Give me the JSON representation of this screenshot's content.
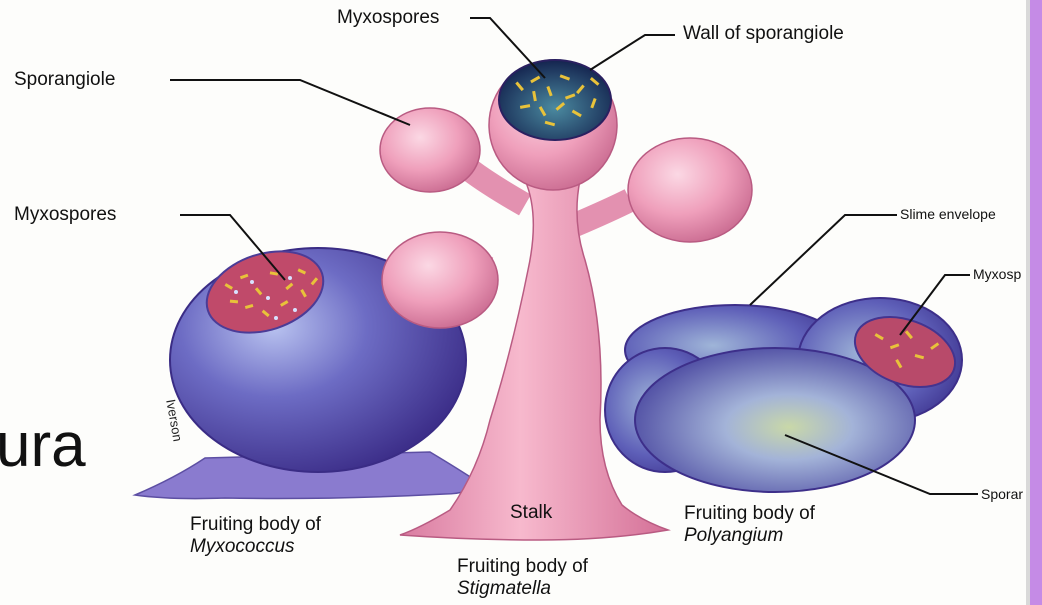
{
  "labels": {
    "myxospores_top": "Myxospores",
    "wall_of_sporangiole": "Wall of sporangiole",
    "sporangiole": "Sporangiole",
    "myxospores_left": "Myxospores",
    "slime_envelope": "Slime envelope",
    "myxosp_right": "Myxosp",
    "sporan_right": "Sporar",
    "stalk": "Stalk",
    "artist_signature": "Iverson",
    "partial_text_left": "ura"
  },
  "captions": {
    "myxococcus_line1": "Fruiting body of",
    "myxococcus_line2": "Myxococcus",
    "stigmatella_line1": "Fruiting body of",
    "stigmatella_line2": "Stigmatella",
    "polyangium_line1": "Fruiting body of",
    "polyangium_line2": "Polyangium"
  },
  "colors": {
    "sphere_purple": "#5a58b8",
    "stalk_pink": "#ee9db8",
    "spore_yellow": "#e8c23a",
    "spore_blue_fill": "#1f3f7a",
    "edge_purple": "#c58be6"
  }
}
